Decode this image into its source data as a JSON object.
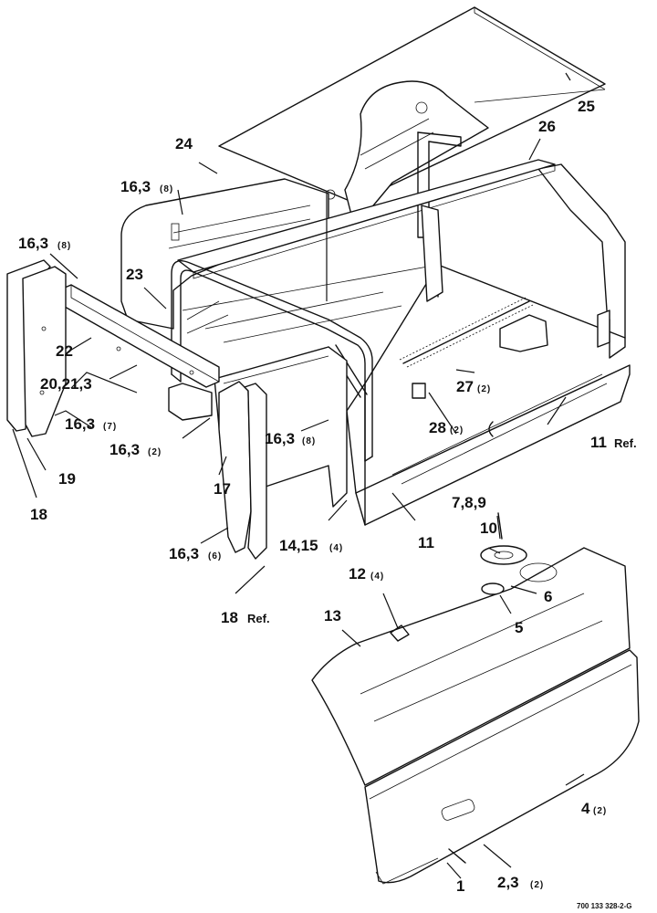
{
  "labels": {
    "p1": "1",
    "p2": "2,3",
    "p2q": "(2)",
    "p4": "4",
    "p4q": "(2)",
    "p5": "5",
    "p6": "6",
    "p7": "7,8,9",
    "p10": "10",
    "p11a": "11",
    "p11b": "11",
    "p11bref": "Ref.",
    "p12": "12",
    "p12q": "(4)",
    "p13": "13",
    "p14": "14,15",
    "p14q": "(4)",
    "p16a": "16,3",
    "p16aq": "(8)",
    "p16b": "16,3",
    "p16bq": "(8)",
    "p16c": "16,3",
    "p16cq": "(7)",
    "p16d": "16,3",
    "p16dq": "(2)",
    "p16e": "16,3",
    "p16eq": "(8)",
    "p16f": "16,3",
    "p16fq": "(6)",
    "p17": "17",
    "p18": "18",
    "p18ref": "18",
    "p18refr": "Ref.",
    "p19": "19",
    "p20": "20,21,3",
    "p22": "22",
    "p23": "23",
    "p24": "24",
    "p25": "25",
    "p26": "26",
    "p27": "27",
    "p27q": "(2)",
    "p28": "28",
    "p28q": "(2)"
  },
  "figure_number": "700 133 328-2-G"
}
